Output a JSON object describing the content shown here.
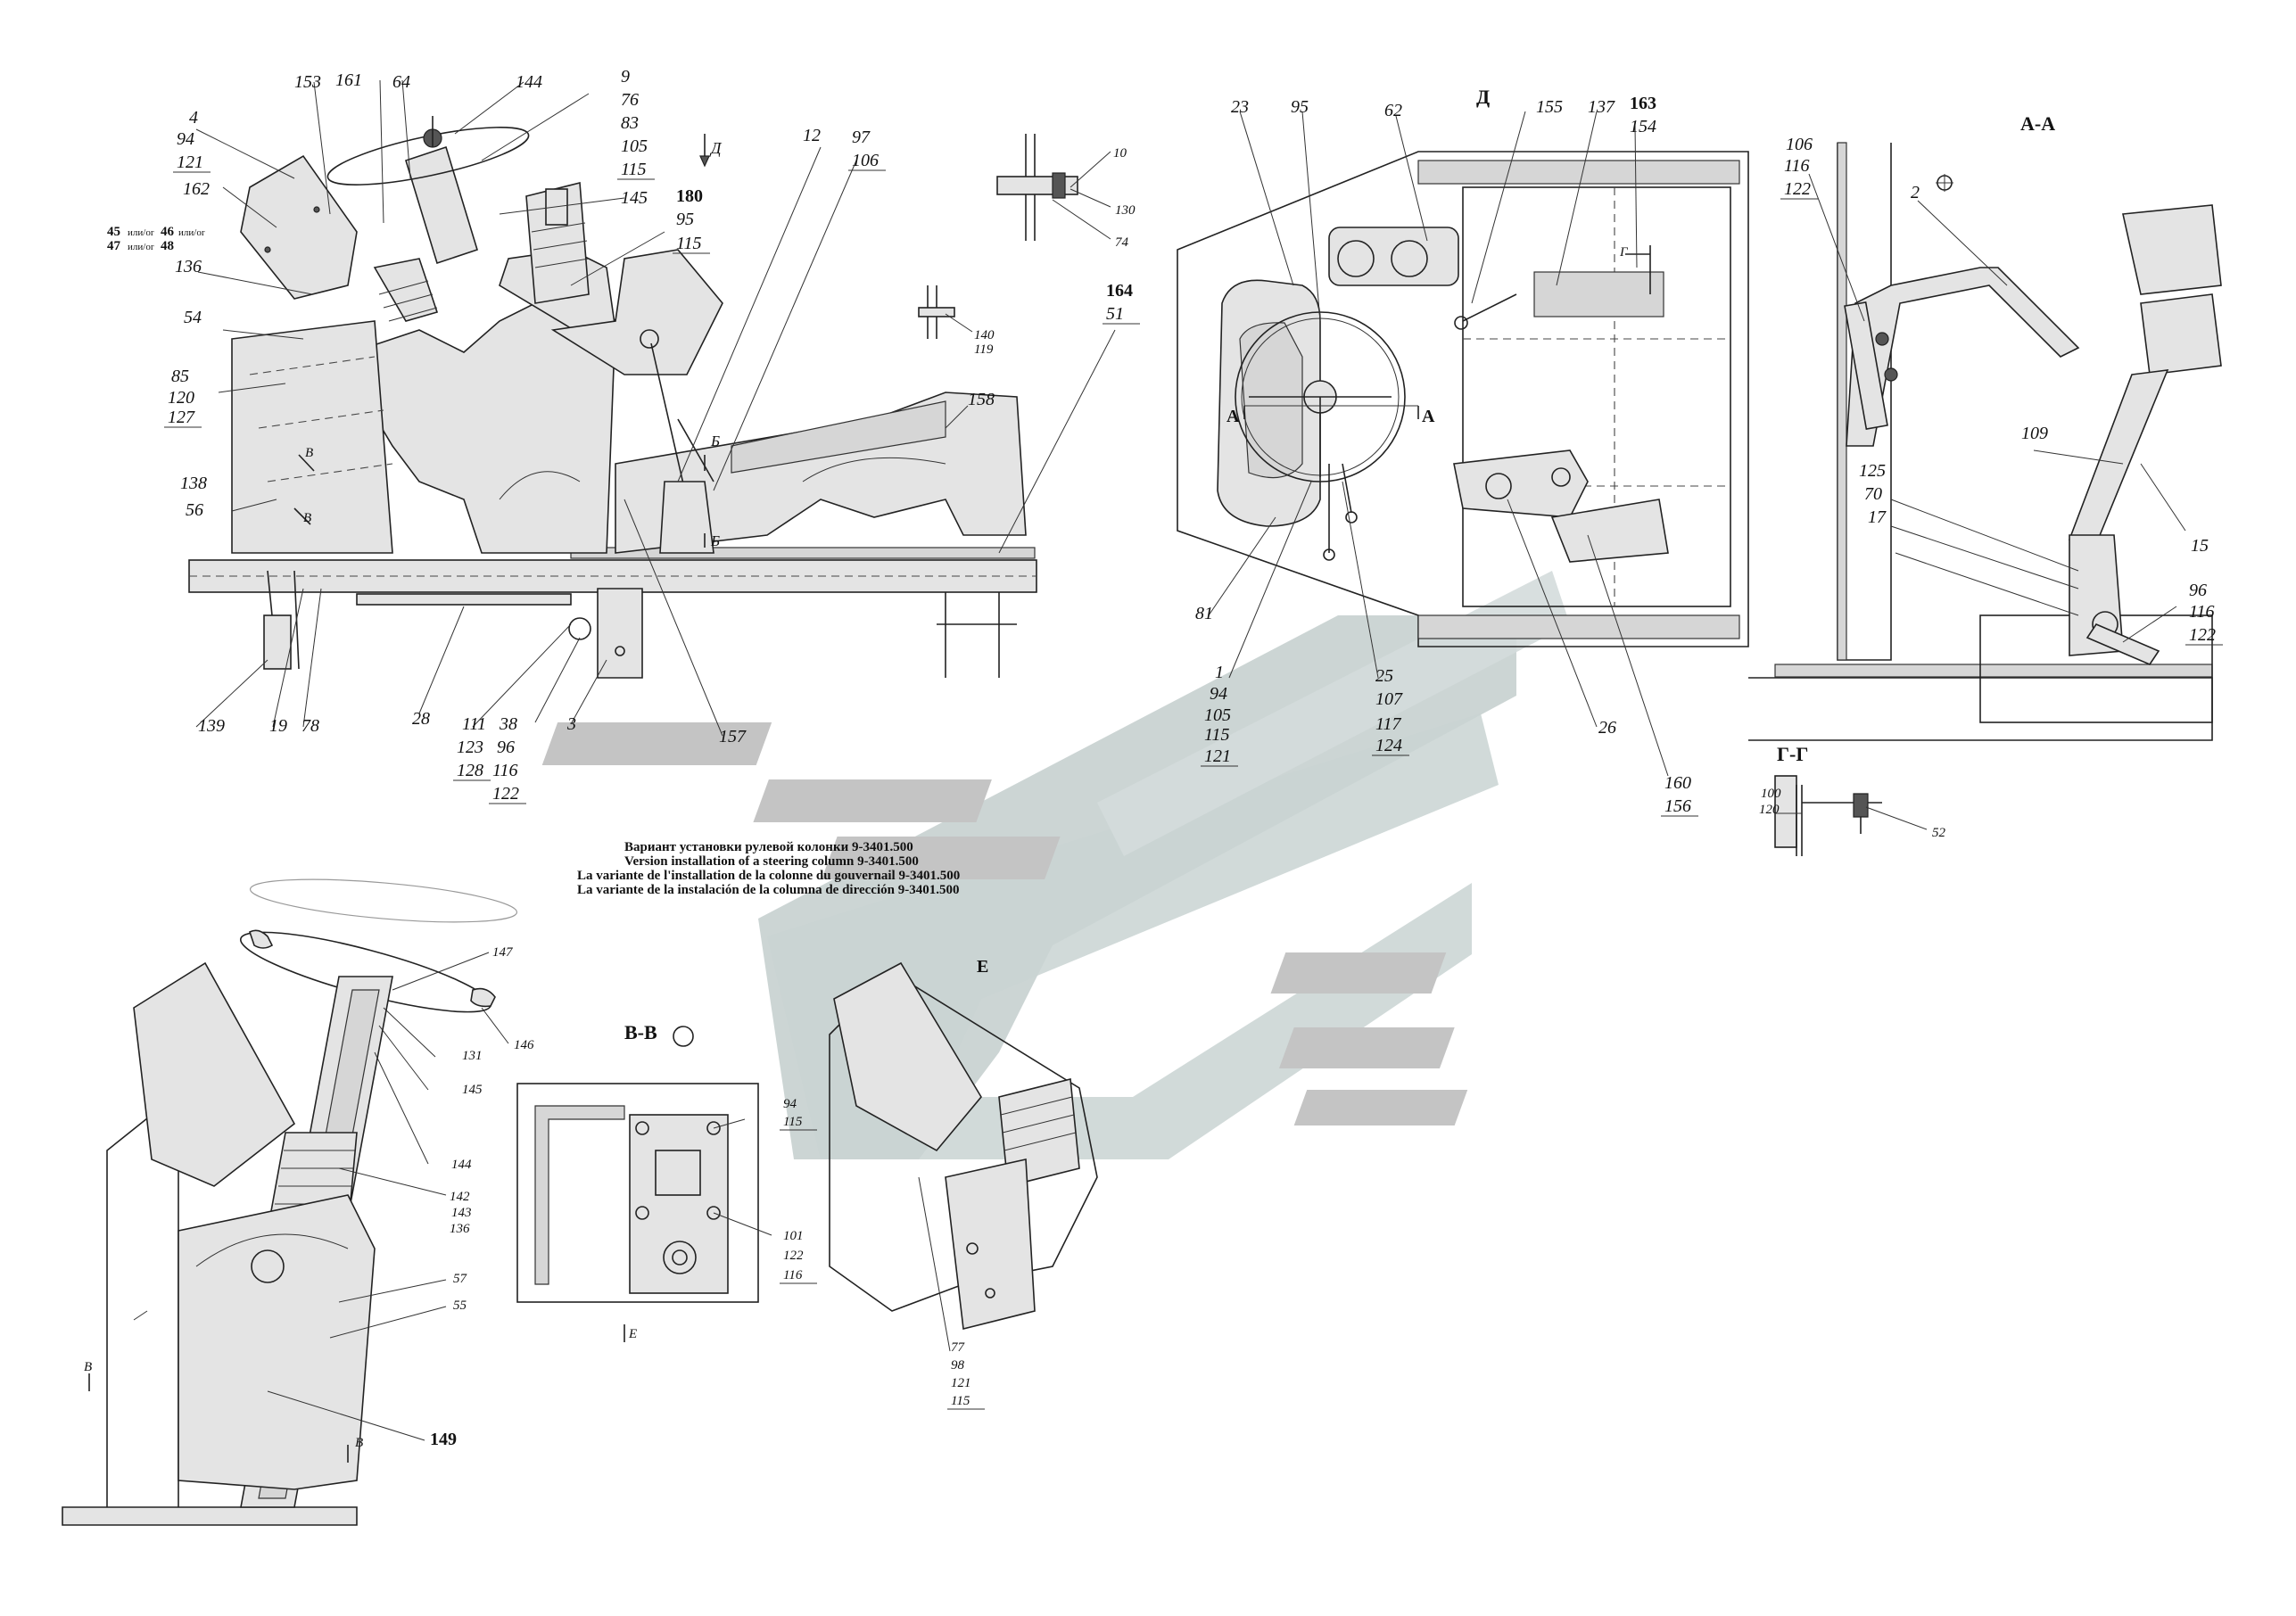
{
  "caption": {
    "lines": [
      "Вариант установки рулевой колонки 9-3401.500",
      "Version installation of a steering column 9-3401.500",
      "La variante de l'installation de la colonne du gouvernail 9-3401.500",
      "La variante de la instalación de la columna de dirección 9-3401.500"
    ]
  },
  "view_titles": {
    "d": "Д",
    "d_arrow": "Д",
    "aa": "А-А",
    "gg": "Г-Г",
    "vv": "В-В",
    "e": "Е",
    "b_top": "Б",
    "b_bottom": "Б",
    "a_left": "А",
    "a_right": "А",
    "g_mark": "Г",
    "v_mark1": "В",
    "v_mark2": "В",
    "v_mark3": "В",
    "v_mark4": "В",
    "e_mark": "Е"
  },
  "alt_note": {
    "line1_a": "45",
    "line1_sep": "или/or",
    "line1_b": "46",
    "line1_tail": "или/or",
    "line2_a": "47",
    "line2_sep": "или/or",
    "line2_b": "48"
  },
  "callouts": {
    "side": [
      {
        "id": "c153",
        "text": "153"
      },
      {
        "id": "c161",
        "text": "161"
      },
      {
        "id": "c64",
        "text": "64"
      },
      {
        "id": "c144a",
        "text": "144"
      },
      {
        "id": "c4",
        "text": "4"
      },
      {
        "id": "c94a",
        "text": "94"
      },
      {
        "id": "c121a",
        "text": "121"
      },
      {
        "id": "c162",
        "text": "162"
      },
      {
        "id": "c136a",
        "text": "136"
      },
      {
        "id": "c54",
        "text": "54"
      },
      {
        "id": "c85",
        "text": "85"
      },
      {
        "id": "c120a",
        "text": "120"
      },
      {
        "id": "c127",
        "text": "127"
      },
      {
        "id": "c138",
        "text": "138"
      },
      {
        "id": "c56",
        "text": "56"
      },
      {
        "id": "c9",
        "text": "9"
      },
      {
        "id": "c76",
        "text": "76"
      },
      {
        "id": "c83",
        "text": "83"
      },
      {
        "id": "c105a",
        "text": "105"
      },
      {
        "id": "c115a",
        "text": "115"
      },
      {
        "id": "c145a",
        "text": "145"
      },
      {
        "id": "c180",
        "text": "180"
      },
      {
        "id": "c95a",
        "text": "95"
      },
      {
        "id": "c115b",
        "text": "115"
      },
      {
        "id": "c12",
        "text": "12"
      },
      {
        "id": "c97",
        "text": "97"
      },
      {
        "id": "c106a",
        "text": "106"
      },
      {
        "id": "c158",
        "text": "158"
      },
      {
        "id": "c164",
        "text": "164"
      },
      {
        "id": "c51",
        "text": "51"
      },
      {
        "id": "c139",
        "text": "139"
      },
      {
        "id": "c19",
        "text": "19"
      },
      {
        "id": "c78",
        "text": "78"
      },
      {
        "id": "c28",
        "text": "28"
      },
      {
        "id": "c111",
        "text": "111"
      },
      {
        "id": "c123",
        "text": "123"
      },
      {
        "id": "c128",
        "text": "128"
      },
      {
        "id": "c38",
        "text": "38"
      },
      {
        "id": "c96a",
        "text": "96"
      },
      {
        "id": "c116a",
        "text": "116"
      },
      {
        "id": "c122a",
        "text": "122"
      },
      {
        "id": "c3",
        "text": "3"
      },
      {
        "id": "c157",
        "text": "157"
      }
    ],
    "details": [
      {
        "id": "c10",
        "text": "10"
      },
      {
        "id": "c130",
        "text": "130"
      },
      {
        "id": "c74",
        "text": "74"
      },
      {
        "id": "c140",
        "text": "140"
      },
      {
        "id": "c119",
        "text": "119"
      }
    ],
    "top_view": [
      {
        "id": "c23",
        "text": "23"
      },
      {
        "id": "c95b",
        "text": "95"
      },
      {
        "id": "c62",
        "text": "62"
      },
      {
        "id": "c155",
        "text": "155"
      },
      {
        "id": "c137",
        "text": "137"
      },
      {
        "id": "c163",
        "text": "163"
      },
      {
        "id": "c154",
        "text": "154"
      },
      {
        "id": "c81",
        "text": "81"
      },
      {
        "id": "c1",
        "text": "1"
      },
      {
        "id": "c94b",
        "text": "94"
      },
      {
        "id": "c105b",
        "text": "105"
      },
      {
        "id": "c115c",
        "text": "115"
      },
      {
        "id": "c121b",
        "text": "121"
      },
      {
        "id": "c25",
        "text": "25"
      },
      {
        "id": "c107",
        "text": "107"
      },
      {
        "id": "c117",
        "text": "117"
      },
      {
        "id": "c124",
        "text": "124"
      },
      {
        "id": "c26",
        "text": "26"
      },
      {
        "id": "c160",
        "text": "160"
      },
      {
        "id": "c156",
        "text": "156"
      }
    ],
    "section_aa": [
      {
        "id": "c106b",
        "text": "106"
      },
      {
        "id": "c116b",
        "text": "116"
      },
      {
        "id": "c122b",
        "text": "122"
      },
      {
        "id": "c2",
        "text": "2"
      },
      {
        "id": "c109",
        "text": "109"
      },
      {
        "id": "c125",
        "text": "125"
      },
      {
        "id": "c70",
        "text": "70"
      },
      {
        "id": "c17",
        "text": "17"
      },
      {
        "id": "c15",
        "text": "15"
      },
      {
        "id": "c96b",
        "text": "96"
      },
      {
        "id": "c116c",
        "text": "116"
      },
      {
        "id": "c122c",
        "text": "122"
      }
    ],
    "section_gg": [
      {
        "id": "c100",
        "text": "100"
      },
      {
        "id": "c120b",
        "text": "120"
      },
      {
        "id": "c52",
        "text": "52"
      }
    ],
    "variant": [
      {
        "id": "c147",
        "text": "147"
      },
      {
        "id": "c146",
        "text": "146"
      },
      {
        "id": "c131",
        "text": "131"
      },
      {
        "id": "c145b",
        "text": "145"
      },
      {
        "id": "c144b",
        "text": "144"
      },
      {
        "id": "c142",
        "text": "142"
      },
      {
        "id": "c143",
        "text": "143"
      },
      {
        "id": "c136b",
        "text": "136"
      },
      {
        "id": "c57",
        "text": "57"
      },
      {
        "id": "c55",
        "text": "55"
      },
      {
        "id": "c149",
        "text": "149"
      }
    ],
    "section_vv": [
      {
        "id": "c94c",
        "text": "94"
      },
      {
        "id": "c115d",
        "text": "115"
      },
      {
        "id": "c101",
        "text": "101"
      },
      {
        "id": "c122d",
        "text": "122"
      },
      {
        "id": "c116d",
        "text": "116"
      }
    ],
    "view_e": [
      {
        "id": "c77",
        "text": "77"
      },
      {
        "id": "c98",
        "text": "98"
      },
      {
        "id": "c121c",
        "text": "121"
      },
      {
        "id": "c115e",
        "text": "115"
      }
    ]
  },
  "colors": {
    "line": "#222222",
    "watermark": "#c9d3d2",
    "watermark_bars": "#c4c4c4"
  }
}
